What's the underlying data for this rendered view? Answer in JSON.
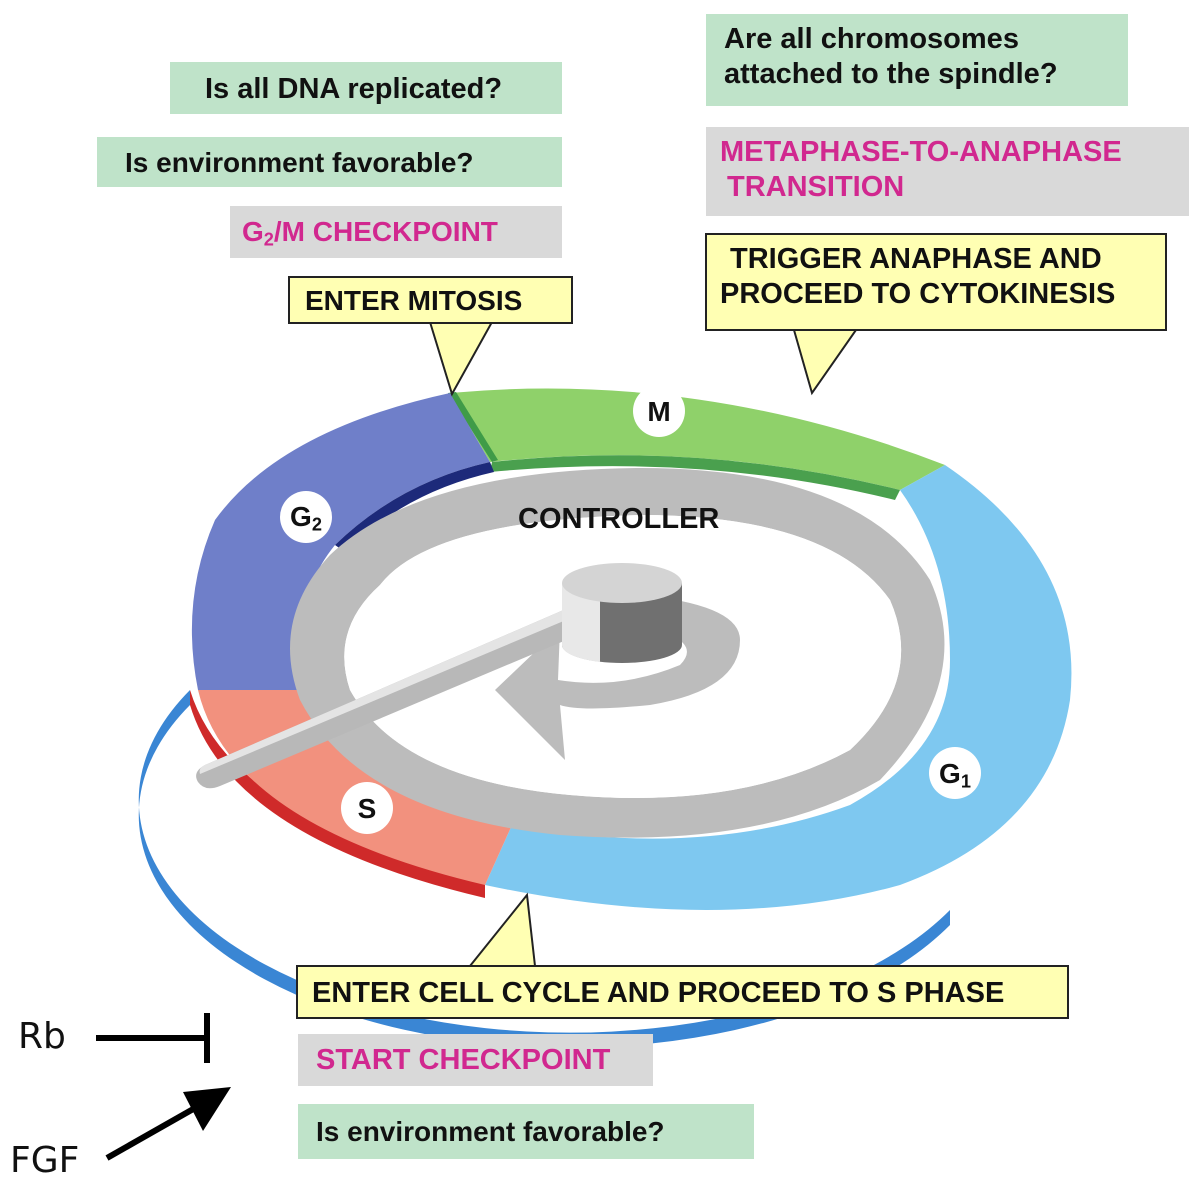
{
  "questions": {
    "dna_replicated": "Is all DNA replicated?",
    "env_favorable_top": "Is environment favorable?",
    "chromosomes_line1": "Are all chromosomes",
    "chromosomes_line2": "attached to the spindle?",
    "env_favorable_bottom": "Is environment favorable?"
  },
  "checkpoints": {
    "g2m_prefix": "G",
    "g2m_sub": "2",
    "g2m_suffix": "/M CHECKPOINT",
    "metaphase_line1": "METAPHASE-TO-ANAPHASE",
    "metaphase_line2": "TRANSITION",
    "start": "START CHECKPOINT"
  },
  "callouts": {
    "enter_mitosis": "ENTER MITOSIS",
    "trigger_line1": "TRIGGER ANAPHASE AND",
    "trigger_line2": "PROCEED TO CYTOKINESIS",
    "enter_cell_cycle": "ENTER CELL CYCLE AND PROCEED TO S PHASE"
  },
  "phases": {
    "m": "M",
    "g2_letter": "G",
    "g2_sub": "2",
    "g1_letter": "G",
    "g1_sub": "1",
    "s": "S"
  },
  "controller_label": "CONTROLLER",
  "regulators": {
    "rb": "Rb",
    "fgf": "FGF"
  },
  "colors": {
    "m_phase": "#8fd16a",
    "g1_phase": "#7ec8f0",
    "g2_phase": "#6f7fc9",
    "s_phase": "#f2917e",
    "question_bg": "#bfe3c9",
    "checkpoint_bg": "#d9d9d9",
    "checkpoint_text": "#d1288f",
    "callout_bg": "#ffffb3"
  }
}
